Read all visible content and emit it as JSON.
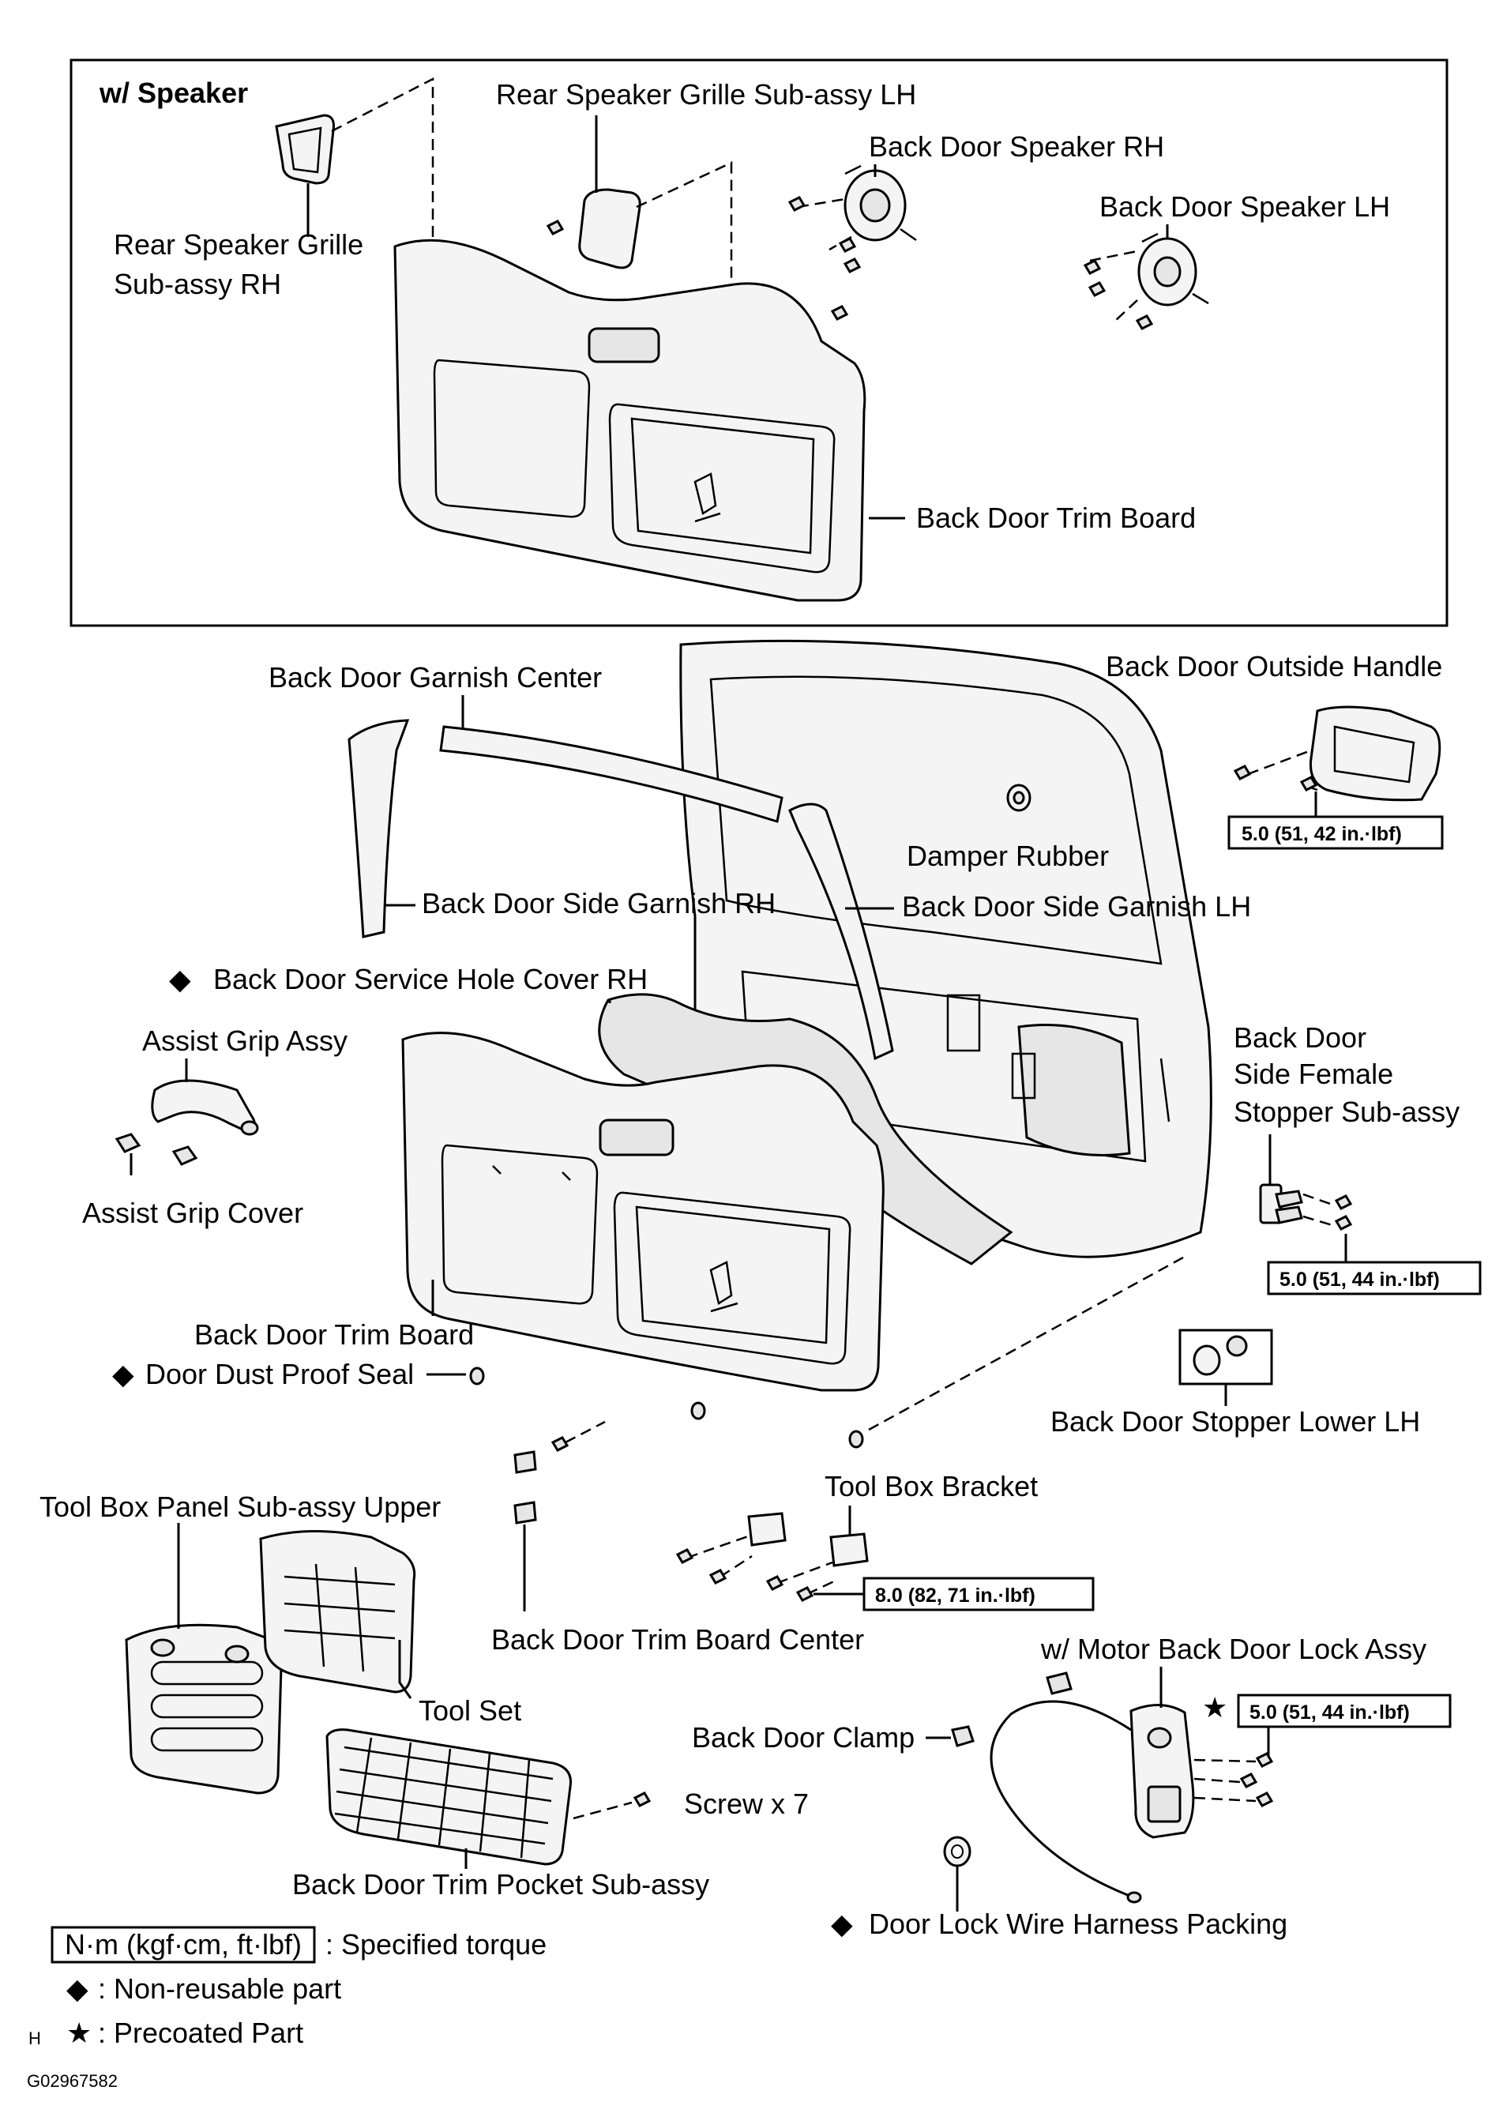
{
  "labels": {
    "w_speaker": "w/ Speaker",
    "rear_grille_lh": "Rear Speaker Grille Sub-assy LH",
    "speaker_rh": "Back Door Speaker RH",
    "speaker_lh": "Back Door Speaker LH",
    "rear_grille_rh_1": "Rear Speaker Grille",
    "rear_grille_rh_2": "Sub-assy  RH",
    "trim_board_top": "Back Door Trim Board",
    "garnish_center": "Back Door Garnish Center",
    "outside_handle": "Back Door Outside Handle",
    "damper_rubber": "Damper Rubber",
    "side_garnish_rh": "Back Door Side Garnish RH",
    "side_garnish_lh": "Back Door Side Garnish LH",
    "service_hole_cover": "Back Door Service Hole Cover RH",
    "assist_grip": "Assist Grip Assy",
    "side_female_1": "Back Door",
    "side_female_2": "Side Female",
    "side_female_3": "Stopper  Sub-assy",
    "assist_grip_cover": "Assist Grip Cover",
    "trim_board": "Back Door Trim Board",
    "dust_seal": "Door Dust Proof Seal",
    "stopper_lower": "Back Door Stopper Lower LH",
    "tool_box_bracket": "Tool Box Bracket",
    "tool_box_panel": "Tool Box Panel Sub-assy Upper",
    "trim_board_center": "Back Door Trim Board Center",
    "motor_lock": "w/ Motor Back Door Lock Assy",
    "tool_set": "Tool Set",
    "door_clamp": "Back Door Clamp",
    "screw": "Screw x 7",
    "trim_pocket": "Back Door Trim Pocket Sub-assy",
    "harness_packing": "Door Lock Wire Harness Packing"
  },
  "torques": {
    "handle": "5.0 (51, 42 in.·lbf)",
    "stopper": "5.0 (51, 44 in.·lbf)",
    "bracket": "8.0 (82, 71 in.·lbf)",
    "lock": "5.0 (51, 44 in.·lbf)"
  },
  "legend": {
    "torque_box": "N·m (kgf·cm, ft·lbf)",
    "torque_text": ": Specified torque",
    "nonreusable": ": Non-reusable part",
    "precoated": ": Precoated Part",
    "corner_letter": "H",
    "figure_id": "G02967582"
  },
  "symbols": {
    "diamond": "◆",
    "star": "★"
  }
}
